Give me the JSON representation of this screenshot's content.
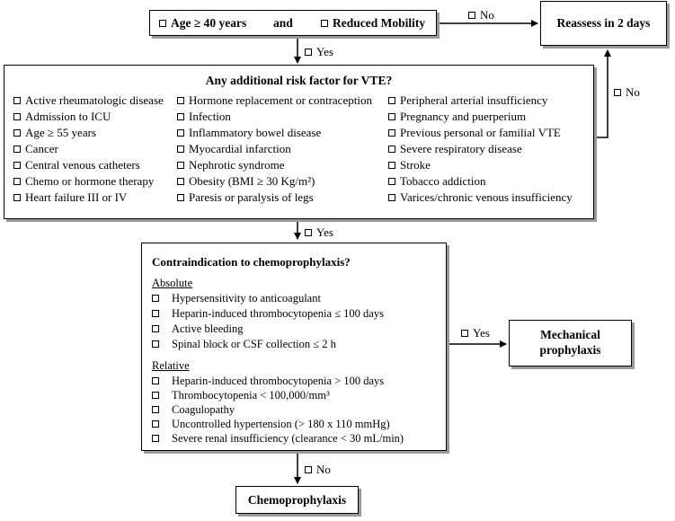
{
  "top": {
    "age": "Age ≥ 40 years",
    "and": "and",
    "mobility": "Reduced Mobility"
  },
  "reassess": "Reassess in 2 days",
  "labels": {
    "no_top": "No",
    "yes_1": "Yes",
    "no_right": "No",
    "yes_2": "Yes",
    "yes_3": "Yes",
    "no_bottom": "No"
  },
  "risk": {
    "title": "Any additional risk factor for VTE?",
    "col1": [
      "Active rheumatologic disease",
      "Admission to ICU",
      "Age ≥ 55 years",
      "Cancer",
      "Central venous catheters",
      "Chemo or hormone therapy",
      "Heart failure III or IV"
    ],
    "col2": [
      "Hormone replacement or contraception",
      "Infection",
      "Inflammatory bowel disease",
      "Myocardial infarction",
      "Nephrotic syndrome",
      "Obesity (BMI ≥ 30 Kg/m²)",
      "Paresis or paralysis of legs"
    ],
    "col3": [
      "Peripheral arterial insufficiency",
      "Pregnancy and puerperium",
      "Previous personal or familial VTE",
      "Severe respiratory disease",
      "Stroke",
      "Tobacco addiction",
      "Varices/chronic venous insufficiency"
    ]
  },
  "contra": {
    "title": "Contraindication to chemoprophylaxis?",
    "absolute_label": "Absolute",
    "absolute": [
      "Hypersensitivity to anticoagulant",
      "Heparin-induced thrombocytopenia ≤ 100 days",
      "Active bleeding",
      "Spinal block or CSF collection ≤ 2 h"
    ],
    "relative_label": "Relative",
    "relative": [
      "Heparin-induced thrombocytopenia > 100 days",
      "Thrombocytopenia < 100,000/mm³",
      "Coagulopathy",
      "Uncontrolled hypertension (> 180 x 110 mmHg)",
      "Severe renal insufficiency (clearance < 30 mL/min)"
    ]
  },
  "mechanical": {
    "line1": "Mechanical",
    "line2": "prophylaxis"
  },
  "chemo": "Chemoprophylaxis"
}
